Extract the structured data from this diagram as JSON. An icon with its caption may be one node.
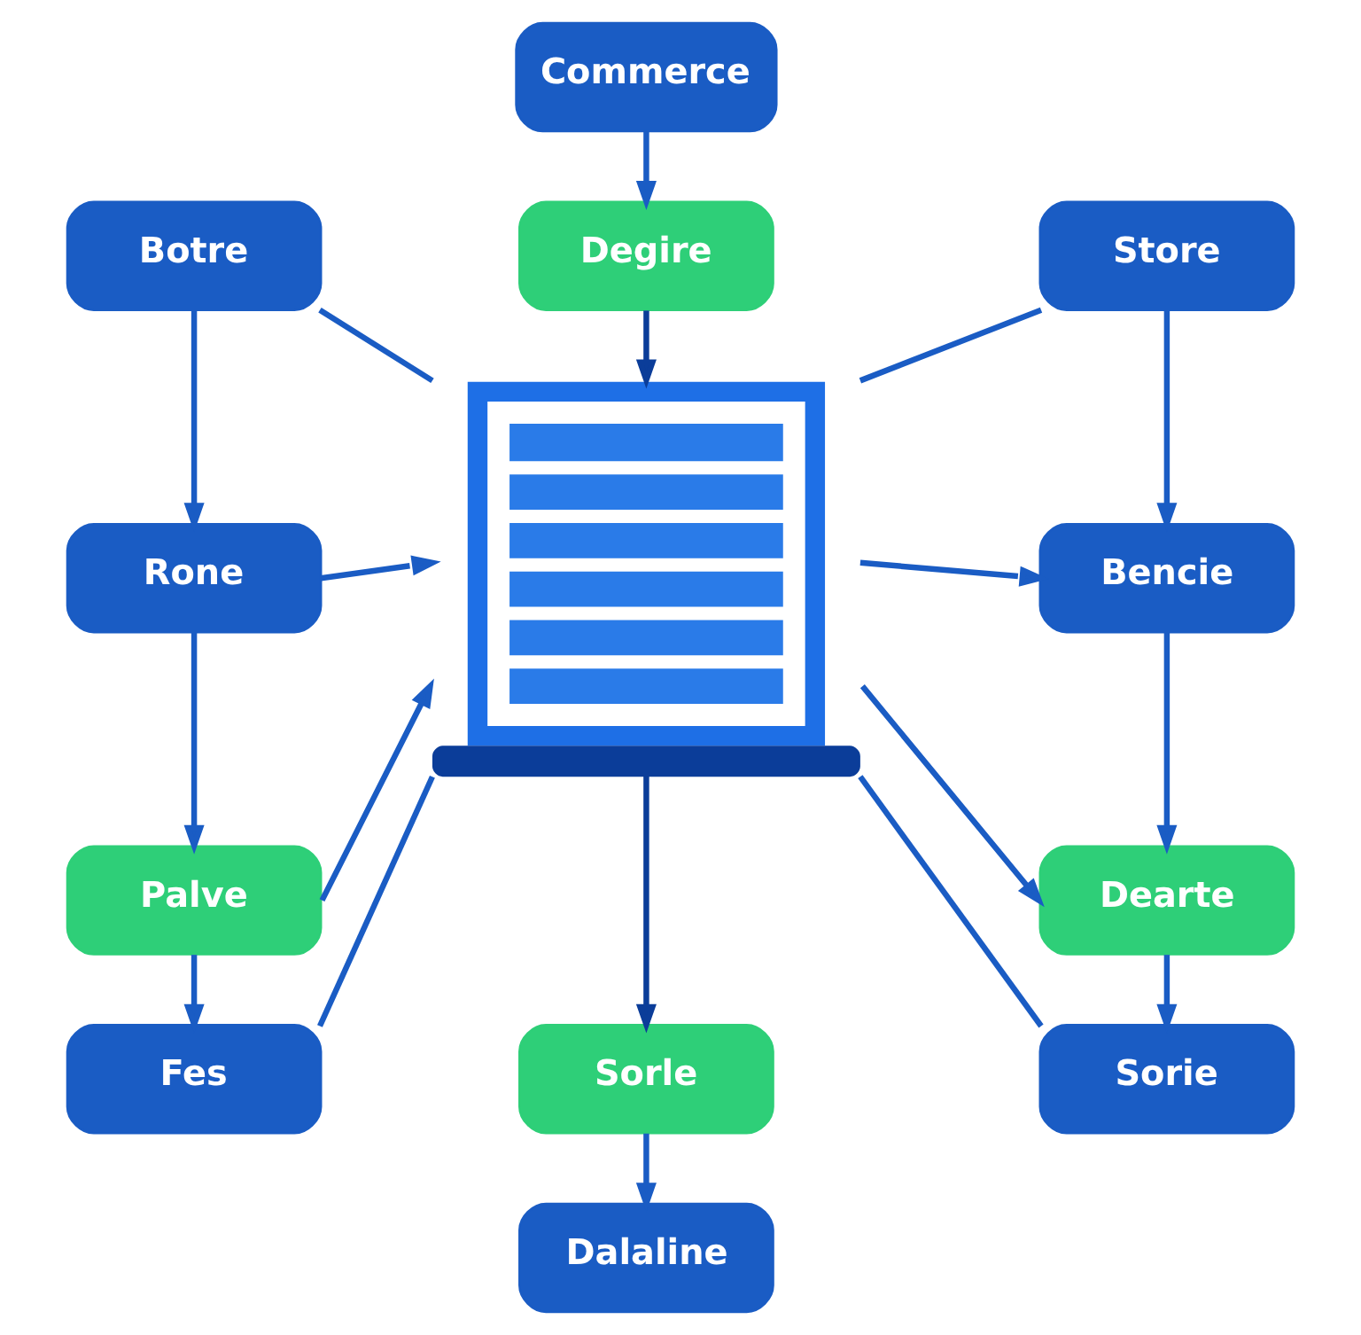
{
  "diagram": {
    "nodes": [
      {
        "text": [
          "Commerce"
        ]
      },
      {
        "text": [
          "Botre"
        ]
      },
      {
        "text": [
          "Degire"
        ]
      },
      {
        "text": [
          "Store"
        ]
      },
      {
        "text": [
          "Rone"
        ]
      },
      {
        "text": [],
        "shape": "picture"
      },
      {
        "text": [
          "Bencie"
        ]
      },
      {
        "text": [
          "Palve"
        ]
      },
      {
        "text": [
          "Dearte"
        ]
      },
      {
        "text": [
          "Fes"
        ]
      },
      {
        "text": [
          "Sorle"
        ]
      },
      {
        "text": [
          "Sorie"
        ]
      },
      {
        "text": [
          "Dalaline"
        ]
      }
    ],
    "edges": [
      {
        "from": 0,
        "to": 2,
        "arrow": "to"
      },
      {
        "from": 2,
        "to": 5,
        "arrow": "to",
        "color": "#0b3d99"
      },
      {
        "from": 1,
        "to": 4,
        "arrow": "to"
      },
      {
        "from": 4,
        "to": 7,
        "arrow": "to"
      },
      {
        "from": 7,
        "to": 9,
        "arrow": "to"
      },
      {
        "from": 3,
        "to": 6,
        "arrow": "to"
      },
      {
        "from": 6,
        "to": 8,
        "arrow": "to"
      },
      {
        "from": 8,
        "to": 11,
        "arrow": "to"
      },
      {
        "from": 1,
        "to": 5,
        "arrow": "none"
      },
      {
        "from": 4,
        "to": 5,
        "arrow": "to"
      },
      {
        "from": 7,
        "to": 5,
        "arrow": "to"
      },
      {
        "from": 9,
        "to": 5,
        "arrow": "none"
      },
      {
        "from": 3,
        "to": 5,
        "arrow": "none"
      },
      {
        "from": 5,
        "to": 6,
        "arrow": "to"
      },
      {
        "from": 5,
        "to": 8,
        "arrow": "to"
      },
      {
        "from": 5,
        "to": 11,
        "arrow": "none"
      },
      {
        "from": 5,
        "to": 10,
        "arrow": "to",
        "color": "#0b3d99"
      },
      {
        "from": 10,
        "to": 12,
        "arrow": "to"
      }
    ]
  }
}
